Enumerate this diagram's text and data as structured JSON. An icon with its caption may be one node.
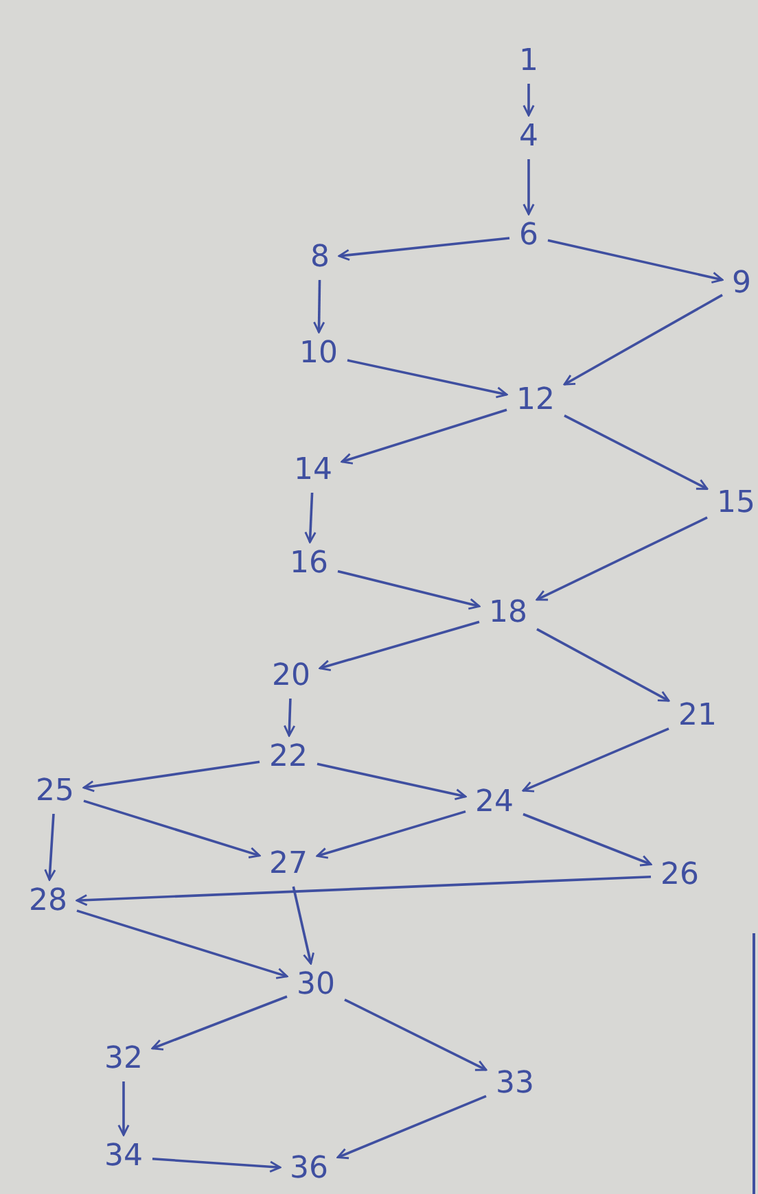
{
  "diagram": {
    "nodes": [
      {
        "text": [
          "1"
        ]
      },
      {
        "text": [
          "4"
        ]
      },
      {
        "text": [
          "6"
        ]
      },
      {
        "text": [
          "8"
        ]
      },
      {
        "text": [
          "9"
        ]
      },
      {
        "text": [
          "10"
        ]
      },
      {
        "text": [
          "12"
        ]
      },
      {
        "text": [
          "14"
        ]
      },
      {
        "text": [
          "15"
        ]
      },
      {
        "text": [
          "16"
        ]
      },
      {
        "text": [
          "18"
        ]
      },
      {
        "text": [
          "20"
        ]
      },
      {
        "text": [
          "21"
        ]
      },
      {
        "text": [
          "22"
        ]
      },
      {
        "text": [
          "25"
        ]
      },
      {
        "text": [
          "24"
        ]
      },
      {
        "text": [
          "27"
        ]
      },
      {
        "text": [
          "26"
        ]
      },
      {
        "text": [
          "28"
        ]
      },
      {
        "text": [
          "30"
        ]
      },
      {
        "text": [
          "32"
        ]
      },
      {
        "text": [
          "33"
        ]
      },
      {
        "text": [
          "34"
        ]
      },
      {
        "text": [
          "36"
        ]
      }
    ],
    "edges": [
      {
        "from": 0,
        "to": 1,
        "arrow": "to"
      },
      {
        "from": 1,
        "to": 2,
        "arrow": "to"
      },
      {
        "from": 2,
        "to": 3,
        "arrow": "to"
      },
      {
        "from": 2,
        "to": 4,
        "arrow": "to"
      },
      {
        "from": 3,
        "to": 5,
        "arrow": "to"
      },
      {
        "from": 5,
        "to": 6,
        "arrow": "to"
      },
      {
        "from": 4,
        "to": 6,
        "arrow": "to"
      },
      {
        "from": 6,
        "to": 7,
        "arrow": "to"
      },
      {
        "from": 6,
        "to": 8,
        "arrow": "to"
      },
      {
        "from": 7,
        "to": 9,
        "arrow": "to"
      },
      {
        "from": 9,
        "to": 10,
        "arrow": "to"
      },
      {
        "from": 8,
        "to": 10,
        "arrow": "to"
      },
      {
        "from": 10,
        "to": 11,
        "arrow": "to"
      },
      {
        "from": 10,
        "to": 12,
        "arrow": "to"
      },
      {
        "from": 11,
        "to": 13,
        "arrow": "to"
      },
      {
        "from": 13,
        "to": 14,
        "arrow": "to"
      },
      {
        "from": 13,
        "to": 15,
        "arrow": "to"
      },
      {
        "from": 12,
        "to": 15,
        "arrow": "to"
      },
      {
        "from": 14,
        "to": 18,
        "arrow": "to"
      },
      {
        "from": 14,
        "to": 16,
        "arrow": "to"
      },
      {
        "from": 15,
        "to": 16,
        "arrow": "to"
      },
      {
        "from": 15,
        "to": 17,
        "arrow": "to"
      },
      {
        "from": 17,
        "to": 18,
        "arrow": "to"
      },
      {
        "from": 16,
        "to": 19,
        "arrow": "to"
      },
      {
        "from": 18,
        "to": 19,
        "arrow": "to"
      },
      {
        "from": 19,
        "to": 20,
        "arrow": "to"
      },
      {
        "from": 19,
        "to": 21,
        "arrow": "to"
      },
      {
        "from": 20,
        "to": 22,
        "arrow": "to"
      },
      {
        "from": 21,
        "to": 23,
        "arrow": "to"
      },
      {
        "from": 22,
        "to": 23,
        "arrow": "to"
      }
    ]
  }
}
